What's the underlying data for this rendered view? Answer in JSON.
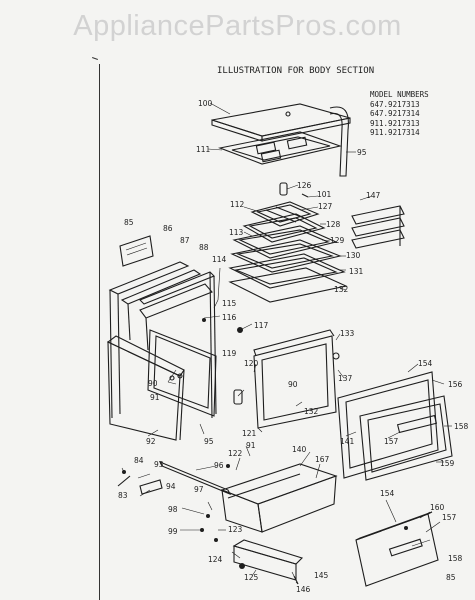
{
  "watermark": "AppliancePartsPros.com",
  "title": "ILLUSTRATION FOR BODY SECTION",
  "model_numbers": {
    "heading": "MODEL NUMBERS",
    "items": [
      "647.9217313",
      "647.9217314",
      "911.9217313",
      "911.9217314"
    ]
  },
  "part_labels": {
    "p100": "100",
    "p111": "111",
    "p95a": "95",
    "p126": "126",
    "p101": "101",
    "p127": "127",
    "p147": "147",
    "p112": "112",
    "p128": "128",
    "p85": "85",
    "p86": "86",
    "p113": "113",
    "p129": "129",
    "p87": "87",
    "p88": "88",
    "p130": "130",
    "p114": "114",
    "p131": "131",
    "p132a": "132",
    "p115": "115",
    "p116": "116",
    "p117": "117",
    "p133": "133",
    "p154a": "154",
    "p119": "119",
    "p120": "120",
    "p90a": "90",
    "p137": "137",
    "p156": "156",
    "p90b": "90",
    "p91a": "91",
    "p132b": "132",
    "p158a": "158",
    "p121": "121",
    "p141": "141",
    "p157a": "157",
    "p92": "92",
    "p95b": "95",
    "p91b": "91",
    "p140": "140",
    "p159": "159",
    "p84": "84",
    "p93": "93",
    "p122": "122",
    "p167": "167",
    "p96": "96",
    "p83": "83",
    "p94": "94",
    "p97": "97",
    "p154b": "154",
    "p160": "160",
    "p157b": "157",
    "p98": "98",
    "p123": "123",
    "p99": "99",
    "p124": "124",
    "p158b": "158",
    "p125": "125",
    "p145": "145",
    "p146": "146",
    "p85b": "85"
  },
  "colors": {
    "ink": "#1e1e1e",
    "paper": "#f4f4f2",
    "watermark": "#d2d2d2"
  }
}
